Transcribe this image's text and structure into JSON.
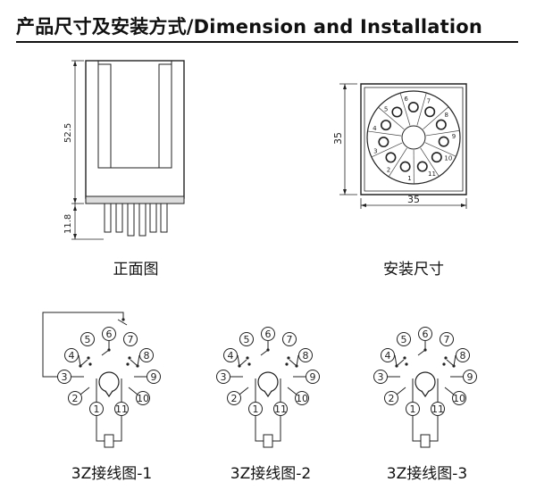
{
  "header": {
    "title": "产品尺寸及安装方式/Dimension and  Installation"
  },
  "front_view": {
    "caption": "正面图",
    "dim_height": "52.5",
    "dim_pins": "11.8"
  },
  "mount_view": {
    "caption": "安装尺寸",
    "dim_height": "35",
    "dim_width": "35",
    "pin_labels": [
      "1",
      "2",
      "3",
      "4",
      "5",
      "6",
      "7",
      "8",
      "9",
      "10",
      "11"
    ]
  },
  "wiring": [
    {
      "caption": "3Z接线图-1",
      "terminals": [
        "1",
        "2",
        "3",
        "4",
        "5",
        "6",
        "7",
        "8",
        "9",
        "10",
        "11"
      ]
    },
    {
      "caption": "3Z接线图-2",
      "terminals": [
        "1",
        "2",
        "3",
        "4",
        "5",
        "6",
        "7",
        "8",
        "9",
        "10",
        "11"
      ]
    },
    {
      "caption": "3Z接线图-3",
      "terminals": [
        "1",
        "2",
        "3",
        "4",
        "5",
        "6",
        "7",
        "8",
        "9",
        "10",
        "11"
      ]
    }
  ]
}
